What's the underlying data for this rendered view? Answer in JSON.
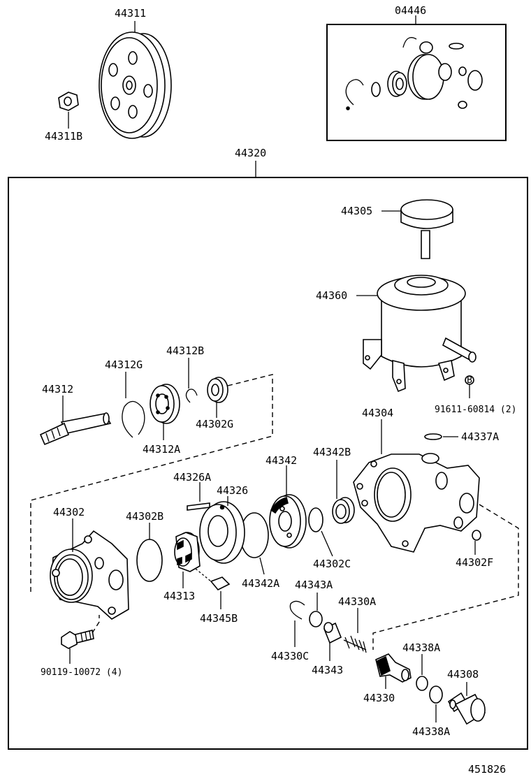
{
  "labels": {
    "p44311": "44311",
    "p44311B": "44311B",
    "p04446": "04446",
    "p44320": "44320",
    "p44305": "44305",
    "p44360": "44360",
    "p44312B": "44312B",
    "p44312G": "44312G",
    "p44312": "44312",
    "p44312A": "44312A",
    "p44302G": "44302G",
    "p91611": "91611-60814 (2)",
    "p44304": "44304",
    "p44337A": "44337A",
    "p44342B": "44342B",
    "p44342": "44342",
    "p44326A": "44326A",
    "p44326": "44326",
    "p44302": "44302",
    "p44302B": "44302B",
    "p44313": "44313",
    "p44342A": "44342A",
    "p44302C": "44302C",
    "p44302F": "44302F",
    "p44343A": "44343A",
    "p44330A": "44330A",
    "p44345B": "44345B",
    "p44330C": "44330C",
    "p44343": "44343",
    "p44338A_top": "44338A",
    "p44308": "44308",
    "p90119": "90119-10072 (4)",
    "p44330": "44330",
    "p44338A_bottom": "44338A",
    "bolt_marker": "B",
    "figure_number": "451826"
  }
}
